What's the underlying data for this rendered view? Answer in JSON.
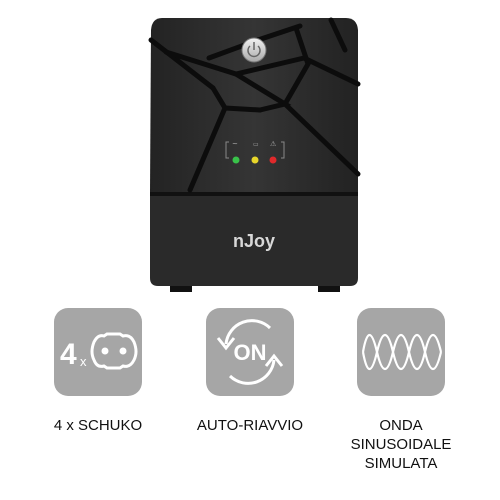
{
  "product": {
    "brand": "nJoy",
    "device": "ups-front-view",
    "indicators": [
      {
        "icon": "ac-power-icon",
        "color": "#39c24a"
      },
      {
        "icon": "battery-icon",
        "color": "#e8d62a"
      },
      {
        "icon": "warning-icon",
        "color": "#e0292b"
      }
    ]
  },
  "features": [
    {
      "icon": "schuko-socket-icon",
      "badge": "4",
      "badge_suffix": "x",
      "label": "4 x SCHUKO"
    },
    {
      "icon": "auto-restart-icon",
      "badge": "ON",
      "label": "AUTO-RIAVVIO"
    },
    {
      "icon": "sine-wave-icon",
      "label": "ONDA SINUSOIDALE SIMULATA"
    }
  ],
  "colors": {
    "tile": "#a6a6a6",
    "device_body": "#2b2b2b",
    "text": "#111111"
  }
}
